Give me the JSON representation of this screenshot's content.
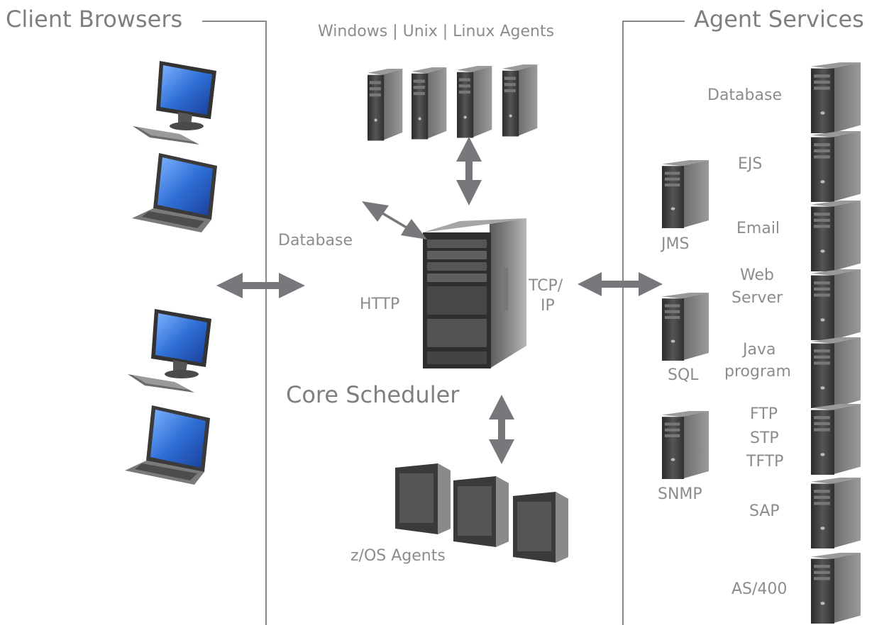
{
  "headings": {
    "client_browsers": "Client Browsers",
    "agent_services": "Agent Services",
    "core_scheduler": "Core Scheduler"
  },
  "labels": {
    "agents_top": "Windows | Unix | Linux Agents",
    "database_center": "Database",
    "http": "HTTP",
    "tcp_line1": "TCP/",
    "tcp_line2": "IP",
    "zos_agents": "z/OS Agents"
  },
  "services": {
    "database": "Database",
    "ejs": "EJS",
    "email": "Email",
    "web_line1": "Web",
    "web_line2": "Server",
    "java_line1": "Java",
    "java_line2": "program",
    "ftp_line1": "FTP",
    "ftp_line2": "STP",
    "ftp_line3": "TFTP",
    "sap": "SAP",
    "as400": "AS/400",
    "jms": "JMS",
    "sql": "SQL",
    "snmp": "SNMP"
  },
  "icons": {
    "client": [
      "desktop-computer-icon",
      "laptop-icon",
      "desktop-computer-icon",
      "laptop-icon"
    ],
    "agents": "tower-server-icon",
    "core": "rack-server-icon",
    "zos": "mainframe-icon",
    "arrows": "double-arrow-icon"
  },
  "colors": {
    "text": "#8c8c8c",
    "arrow": "#77787b",
    "divider": "#888888",
    "screen_blue": "#2f6fd6",
    "server_dark": "#3a3a3a"
  }
}
